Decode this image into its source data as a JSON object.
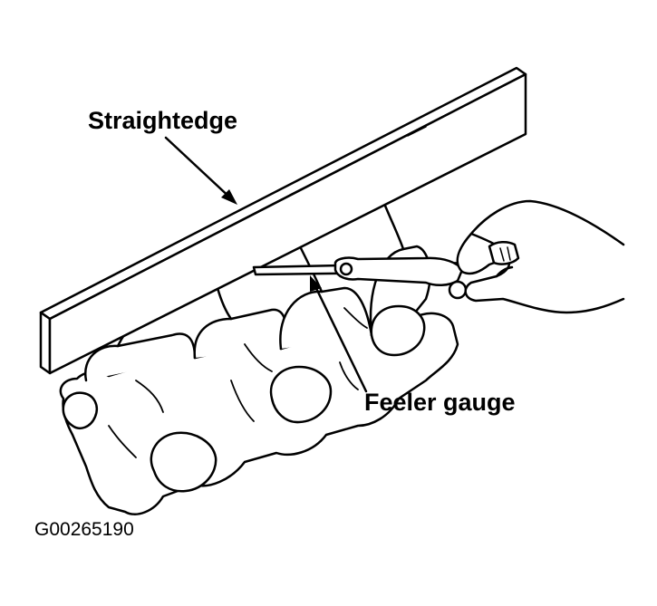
{
  "labels": {
    "straightedge": "Straightedge",
    "feeler_gauge": "Feeler gauge"
  },
  "figure_id": "G00265190",
  "colors": {
    "ink": "#000000",
    "paper": "#ffffff"
  }
}
